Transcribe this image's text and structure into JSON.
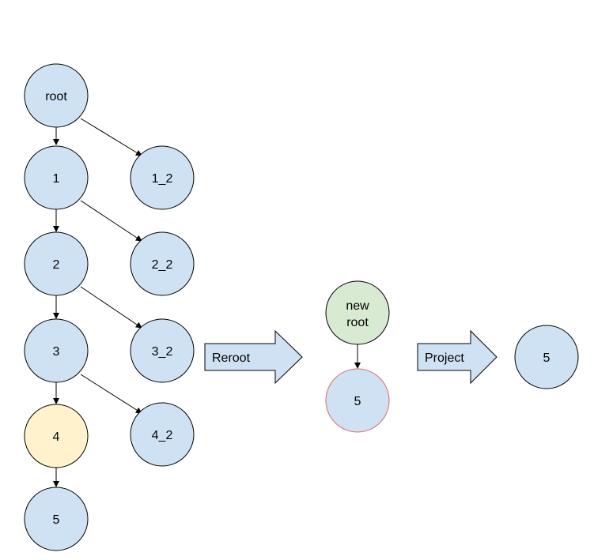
{
  "colors": {
    "node_fill": "#cfe2f3",
    "node_stroke": "#000000",
    "highlight_fill": "#fff2cc",
    "new_root_fill": "#d9ead3",
    "moved_node_stroke": "#e06666",
    "edge": "#000000"
  },
  "left_tree": {
    "nodes": {
      "root": "root",
      "n1": "1",
      "n1_2": "1_2",
      "n2": "2",
      "n2_2": "2_2",
      "n3": "3",
      "n3_2": "3_2",
      "n4": "4",
      "n4_2": "4_2",
      "n5": "5"
    }
  },
  "step_arrows": {
    "reroot": "Reroot",
    "project": "Project"
  },
  "middle_tree": {
    "new_root_line1": "new",
    "new_root_line2": "root",
    "node5": "5"
  },
  "result": {
    "node5": "5"
  }
}
